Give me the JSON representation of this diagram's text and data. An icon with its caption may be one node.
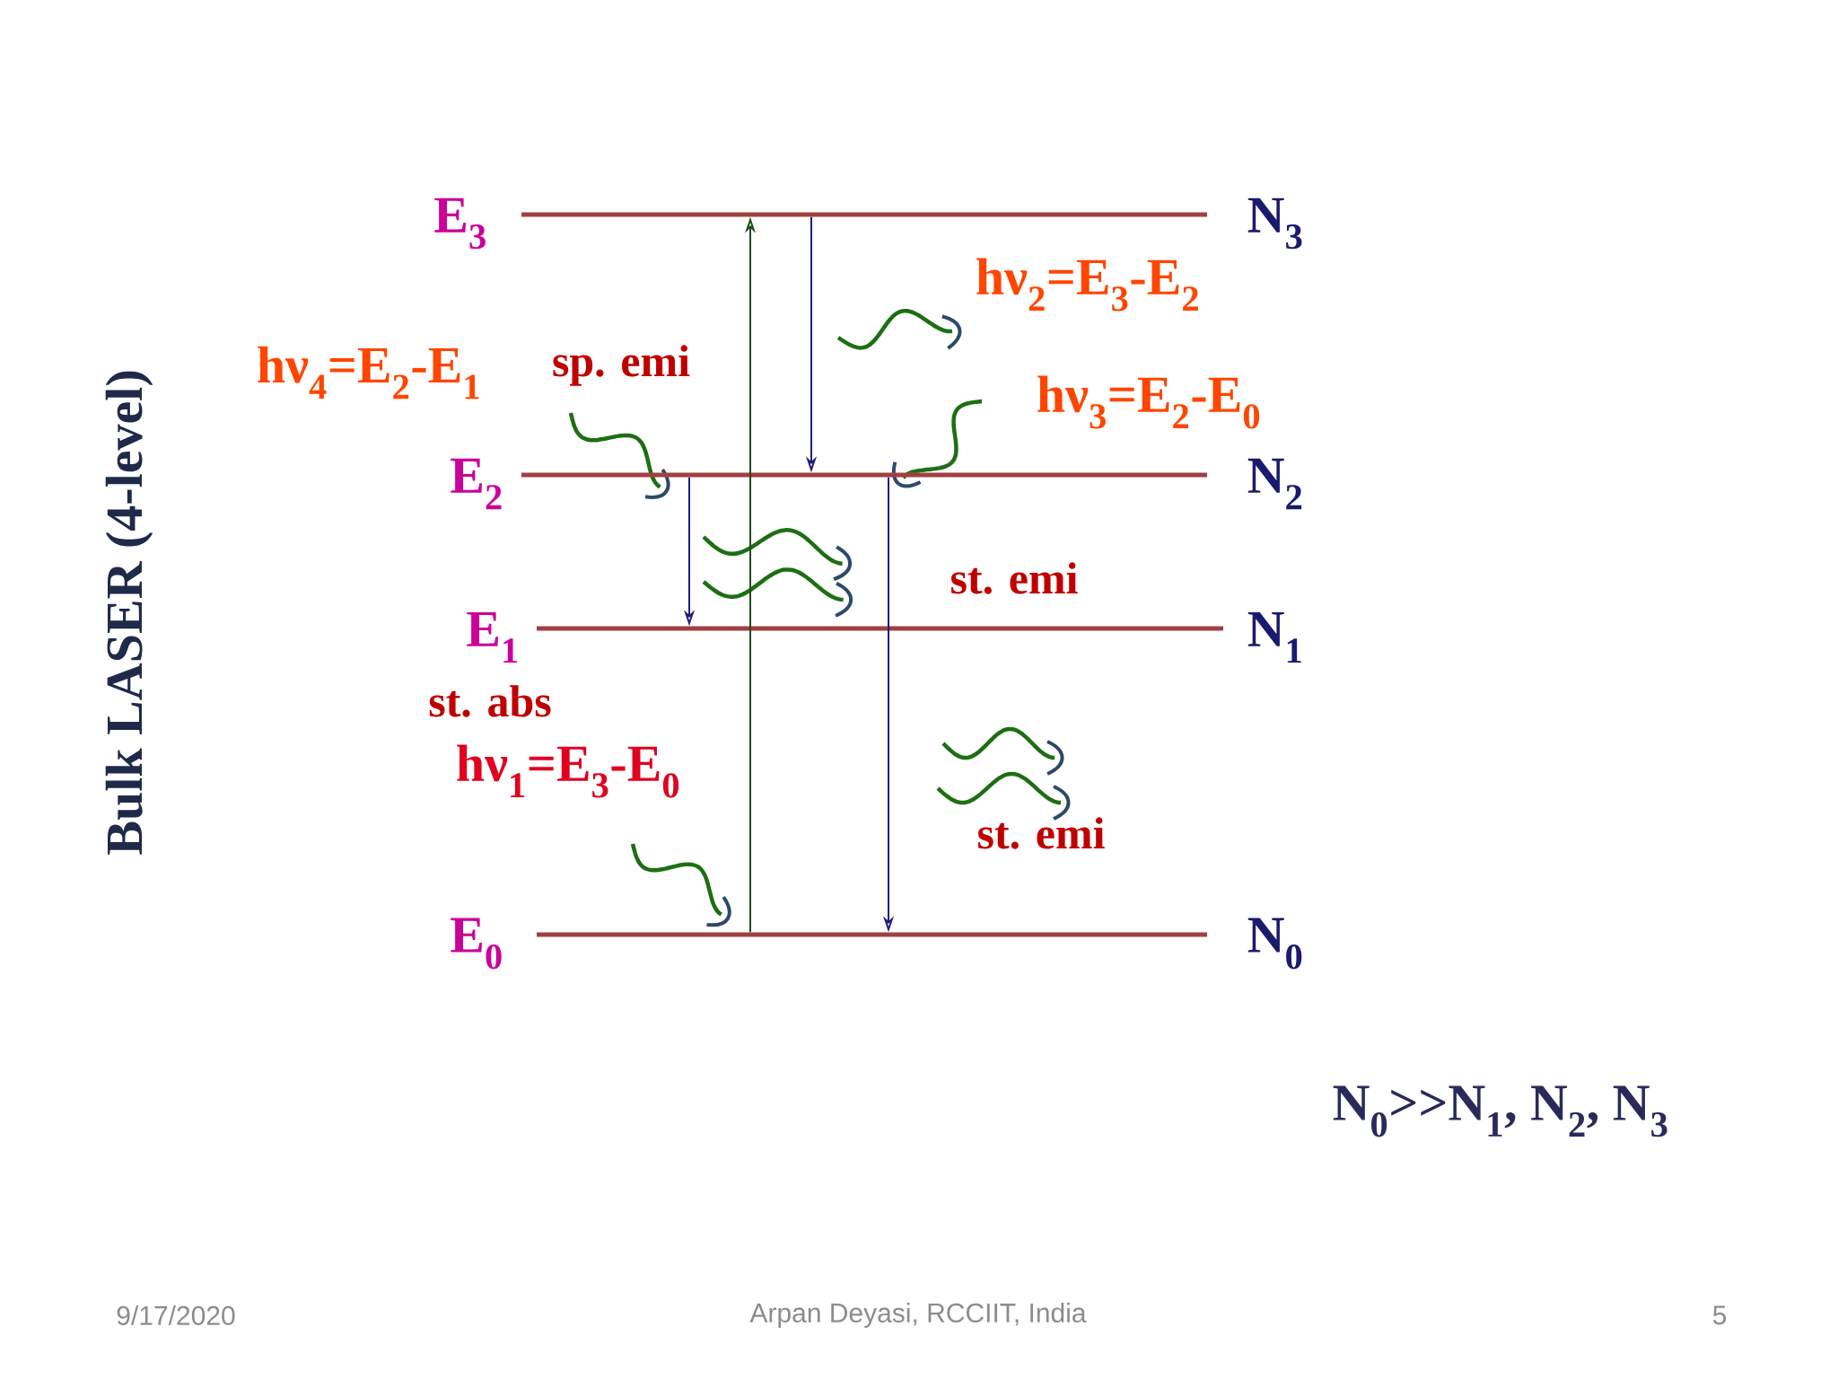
{
  "diagram": {
    "title": "Bulk LASER  (4-level)",
    "nodes": [
      {
        "text": [],
        "shape": "bar",
        "beside": [
          "E$_{3}$",
          "N$_{3}$"
        ]
      },
      {
        "text": [],
        "shape": "bar",
        "beside": [
          "E$_{2}$",
          "N$_{2}$"
        ]
      },
      {
        "text": [],
        "shape": "bar",
        "beside": [
          "E$_{1}$",
          "N$_{1}$"
        ]
      },
      {
        "text": [],
        "shape": "bar",
        "beside": [
          "E$_{0}$",
          "N$_{0}$"
        ]
      }
    ],
    "edges": [
      {
        "from": 3,
        "to": 0,
        "arrow": "to",
        "color": "#1f4d1f"
      },
      {
        "from": 0,
        "to": 1,
        "arrow": "to"
      },
      {
        "from": 1,
        "to": 2,
        "arrow": "to"
      },
      {
        "from": 1,
        "to": 3,
        "arrow": "to"
      }
    ],
    "labels": [
      "hν$_{2}$=E$_{3}$-E$_{2}$",
      "hν$_{4}$=E$_{2}$-E$_{1}$",
      "sp. emi",
      "hν$_{3}$=E$_{2}$-E$_{0}$",
      "st. emi",
      "st. abs",
      "hν$_{1}$=E$_{3}$-E$_{0}$",
      "st. emi",
      "N$_{0}$>>N$_{1}$, N$_{2}$, N$_{3}$",
      "9/17/2020",
      "Arpan Deyasi, RCCIIT, India",
      "5"
    ]
  }
}
